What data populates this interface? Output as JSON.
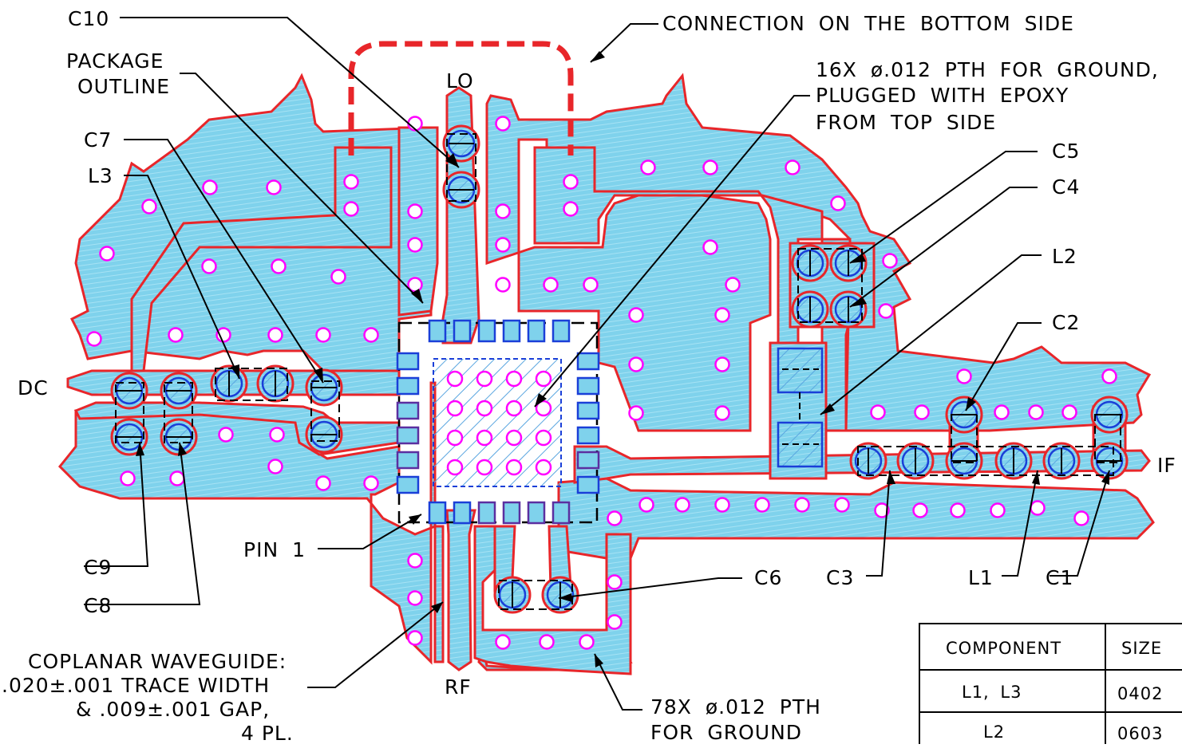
{
  "labels": {
    "c10": "C10",
    "package_outline_1": "PACKAGE",
    "package_outline_2": "OUTLINE",
    "c7": "C7",
    "l3": "L3",
    "dc": "DC",
    "c9": "C9",
    "c8": "C8",
    "pin1": "PIN 1",
    "cpw_1": "COPLANAR WAVEGUIDE:",
    "cpw_2": ".020±.001 TRACE WIDTH",
    "cpw_3": "& .009±.001 GAP,",
    "cpw_4": "4 PL.",
    "lo": "LO",
    "rf": "RF",
    "connection": "CONNECTION ON THE BOTTOM SIDE",
    "pth16_1": "16X ø.012 PTH FOR GROUND,",
    "pth16_2": "PLUGGED WITH EPOXY",
    "pth16_3": "FROM TOP SIDE",
    "c5": "C5",
    "c4": "C4",
    "l2": "L2",
    "c2": "C2",
    "if": "IF",
    "c6": "C6",
    "c3": "C3",
    "l1": "L1",
    "c1": "C1",
    "pth78_1": "78X ø.012 PTH",
    "pth78_2": "FOR GROUND"
  },
  "table": {
    "headers": [
      "COMPONENT",
      "SIZE"
    ],
    "rows": [
      [
        "L1, L3",
        "0402"
      ],
      [
        "L2",
        "0603"
      ]
    ]
  },
  "colors": {
    "copper": "#7fd2ec",
    "outline": "#e8262a",
    "via": "#ff00ff",
    "pad": "#1a3fd8",
    "package": "#000000"
  }
}
